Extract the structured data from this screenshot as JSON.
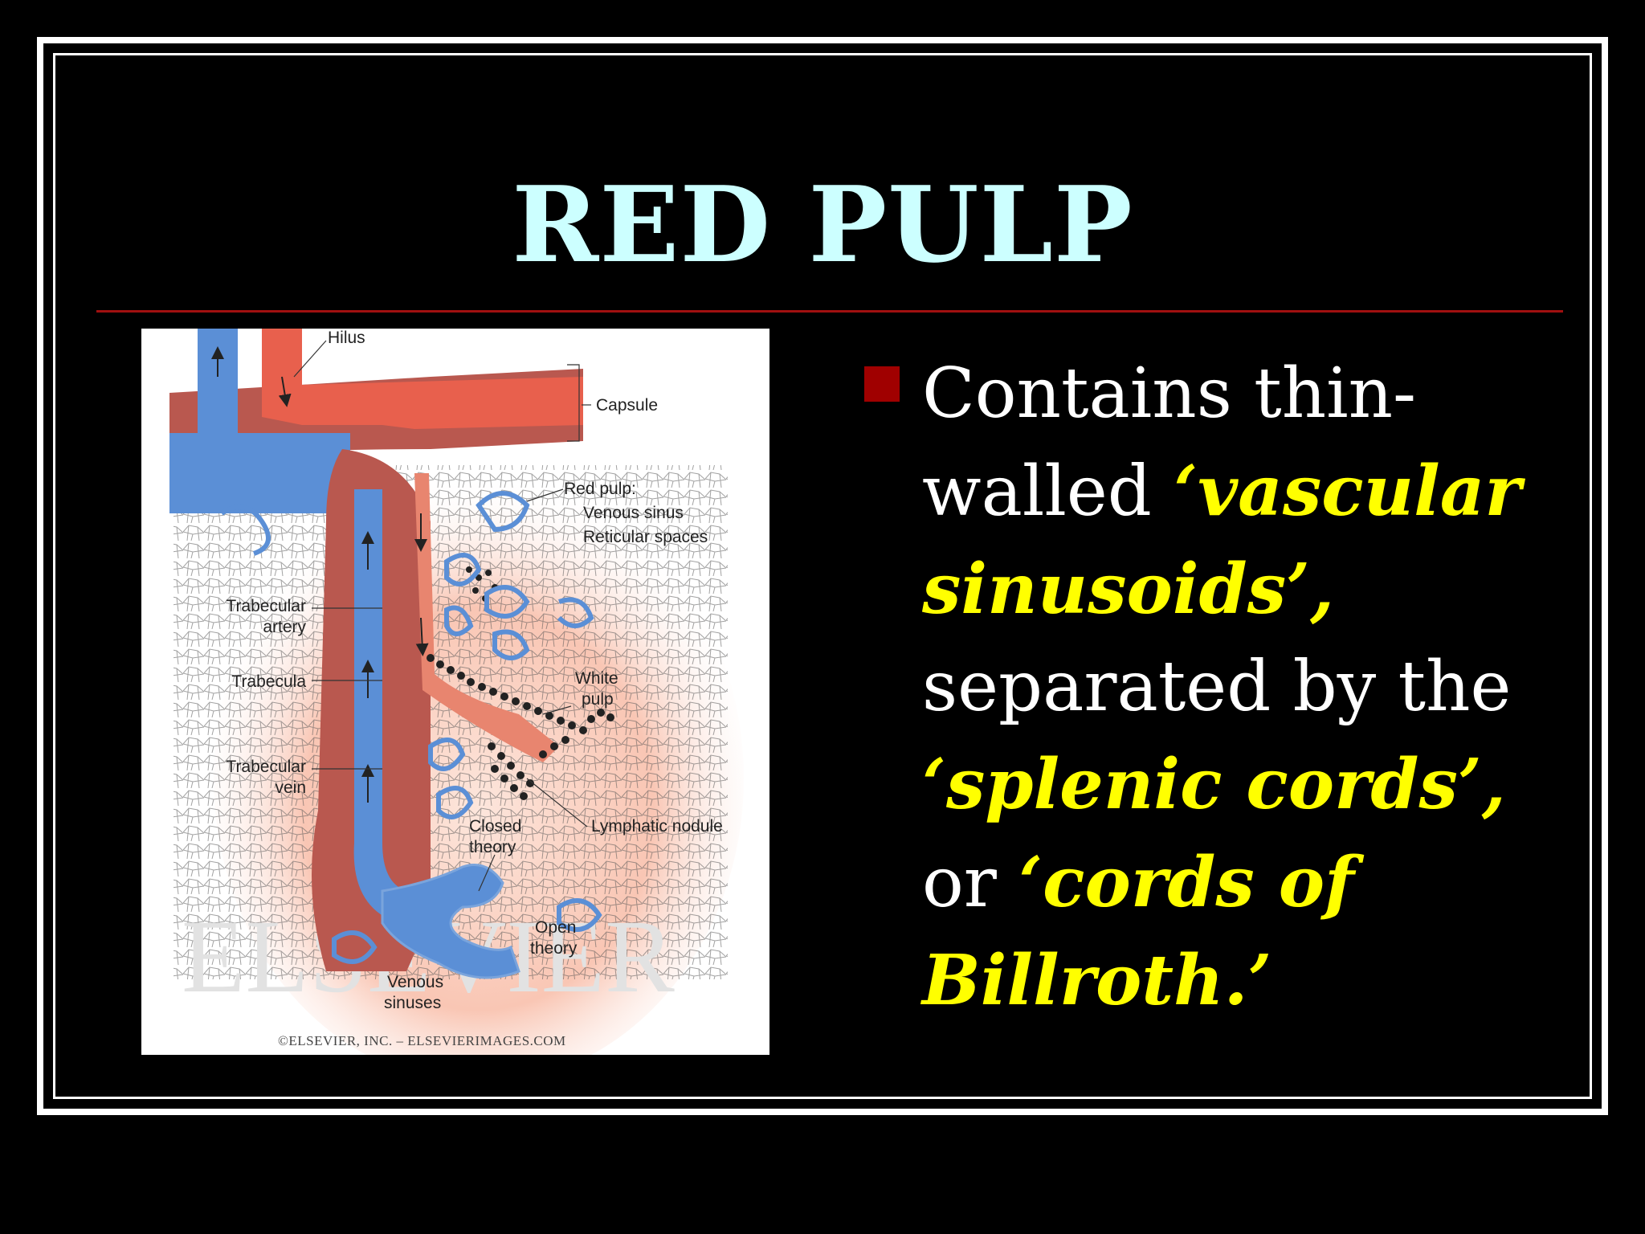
{
  "slide": {
    "title": "RED PULP",
    "bullet": {
      "t1": "Contains thin-walled ",
      "h1": "‘vascular sinusoids’,",
      "t2": " separated by the ",
      "h2": "‘splenic cords’,",
      "t3": " or ",
      "h3": "‘cords of Billroth.’"
    }
  },
  "figure": {
    "labels": {
      "hilus": "Hilus",
      "capsule": "Capsule",
      "red_pulp": "Red pulp:",
      "venous_sinus": "Venous sinus",
      "reticular_spaces": "Reticular spaces",
      "trabecular_artery_1": "Trabecular",
      "trabecular_artery_2": "artery",
      "trabecula": "Trabecula",
      "trabecular_vein_1": "Trabecular",
      "trabecular_vein_2": "vein",
      "white_pulp_1": "White",
      "white_pulp_2": "pulp",
      "lymphatic_nodule": "Lymphatic nodule",
      "closed_theory_1": "Closed",
      "closed_theory_2": "theory",
      "open_theory_1": "Open",
      "open_theory_2": "theory",
      "venous_sinuses_1": "Venous",
      "venous_sinuses_2": "sinuses"
    },
    "watermark": "ELSEVIER",
    "copyright": "©ELSEVIER, INC. – ELSEVIERIMAGES.COM"
  },
  "colors": {
    "title": "#ccffff",
    "highlight": "#ffff00",
    "bullet": "#a00000",
    "rule": "#a01010",
    "vein": "#5b8fd6",
    "artery": "#e86a55",
    "trabecula": "#b9584f",
    "pulp_glow": "#f7b8a6"
  }
}
